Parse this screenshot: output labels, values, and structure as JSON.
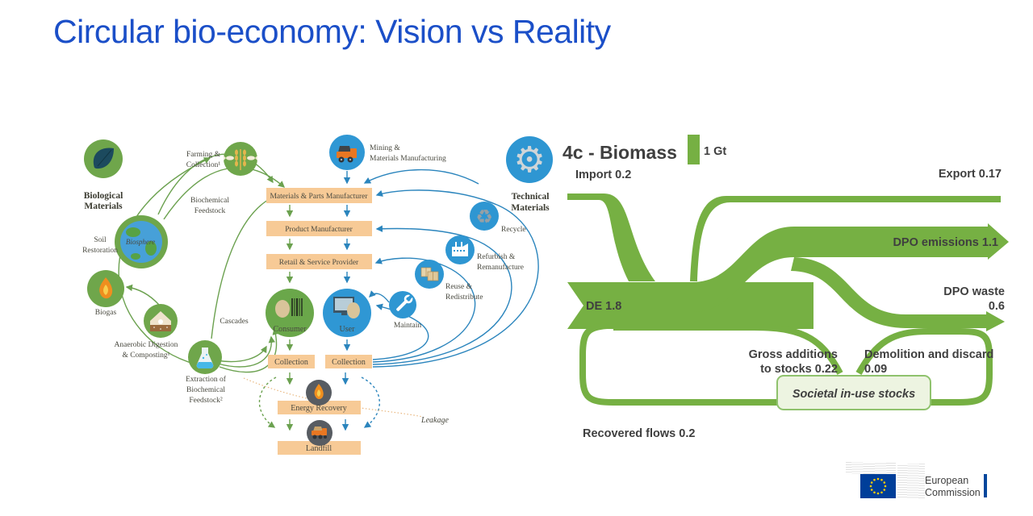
{
  "slide": {
    "title": "Circular bio-economy: Vision vs Reality",
    "colors": {
      "title_blue": "#1b4fc8",
      "sankey_green": "#76b043",
      "bio_green": "#6fa64b",
      "tech_blue": "#2e96d2",
      "box_orange": "#f7ca96",
      "dark_node": "#565b61",
      "eu_flag_blue": "#003e99",
      "eu_star_yellow": "#ffcc00"
    }
  },
  "butterfly": {
    "biological": [
      "Biological",
      "Materials"
    ],
    "farming": [
      "Farming &",
      "Collection¹"
    ],
    "biochemical": [
      "Biochemical",
      "Feedstock"
    ],
    "soil": [
      "Soil",
      "Restoration"
    ],
    "biosphere": "Biosphere",
    "biogas": "Biogas",
    "anaerobic": [
      "Anaerobic Digestion",
      "& Composting¹"
    ],
    "extraction": [
      "Extraction of",
      "Biochemical",
      "Feedstock²"
    ],
    "cascades": "Cascades",
    "mining": [
      "Mining &",
      "Materials Manufacturing"
    ],
    "chain_boxes": [
      "Materials & Parts Manufacturer",
      "Product Manufacturer",
      "Retail & Service Provider"
    ],
    "consumer": "Consumer",
    "user": "User",
    "collection_left": "Collection",
    "collection_right": "Collection",
    "energy_recovery": "Energy Recovery",
    "landfill": "Landfill",
    "leakage": "Leakage",
    "technical": [
      "Technical",
      "Materials"
    ],
    "recycle": "Recycle",
    "refurbish": [
      "Refurbish &",
      "Remanufacture"
    ],
    "reuse": [
      "Reuse &",
      "Redistribute"
    ],
    "maintain": "Maintain",
    "icons": {
      "gear": "⚙",
      "recycle": "♻"
    }
  },
  "sankey": {
    "title": "4c - Biomass",
    "legend": "1 Gt",
    "labels": {
      "import": "Import 0.2",
      "export": "Export 0.17",
      "de": "DE 1.8",
      "dpo_emissions": "DPO emissions 1.1",
      "dpo_waste": [
        "DPO waste",
        "0.6"
      ],
      "gross_additions": [
        "Gross additions",
        "to stocks 0.22"
      ],
      "demolition": [
        "Demolition and discard",
        "0.09"
      ],
      "stocks_box": "Societal in-use stocks",
      "recovered": "Recovered flows 0.2"
    },
    "flows_gt": {
      "import": 0.2,
      "export": 0.17,
      "domestic_extraction": 1.8,
      "dpo_emissions": 1.1,
      "dpo_waste": 0.6,
      "gross_additions_to_stocks": 0.22,
      "demolition_and_discard": 0.09,
      "recovered_flows": 0.2
    }
  },
  "footer": {
    "logo": [
      "European",
      "Commission"
    ]
  }
}
